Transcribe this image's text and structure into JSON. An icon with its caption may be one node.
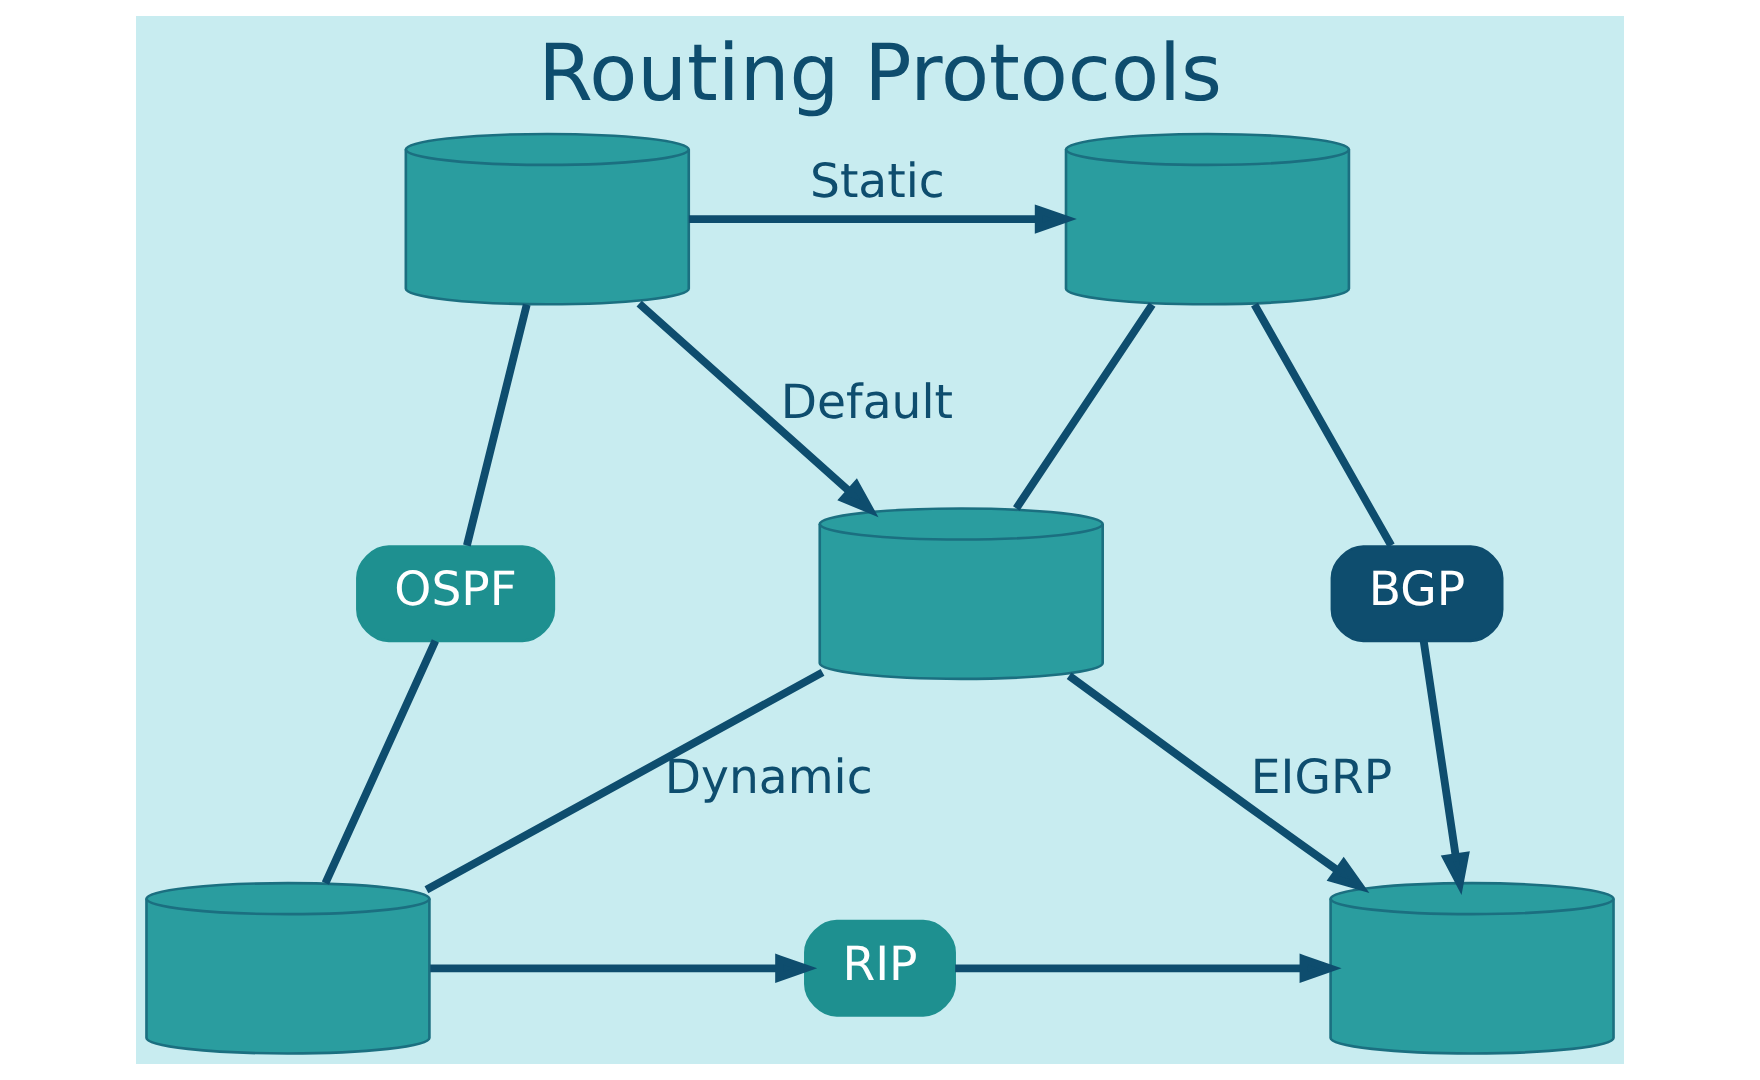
{
  "diagram": {
    "title": "Routing Protocols",
    "nodes": [
      {
        "text": [],
        "shape": "cylinder"
      },
      {
        "text": [],
        "shape": "cylinder"
      },
      {
        "text": [],
        "shape": "cylinder"
      },
      {
        "text": [],
        "shape": "cylinder"
      },
      {
        "text": [],
        "shape": "cylinder"
      },
      {
        "text": [
          "OSPF"
        ]
      },
      {
        "text": [
          "BGP"
        ]
      },
      {
        "text": [
          "RIP"
        ]
      }
    ],
    "edges": [
      {
        "from": 0,
        "to": 1,
        "arrow": "to",
        "label": "Static"
      },
      {
        "from": 0,
        "to": 2,
        "arrow": "to",
        "label": "Default"
      },
      {
        "from": 0,
        "to": 5,
        "arrow": "none"
      },
      {
        "from": 5,
        "to": 3,
        "arrow": "none"
      },
      {
        "from": 1,
        "to": 6,
        "arrow": "none"
      },
      {
        "from": 6,
        "to": 4,
        "arrow": "to"
      },
      {
        "from": 2,
        "to": 1,
        "arrow": "none"
      },
      {
        "from": 2,
        "to": 3,
        "arrow": "none",
        "label": "Dynamic"
      },
      {
        "from": 3,
        "to": 7,
        "arrow": "to"
      },
      {
        "from": 7,
        "to": 4,
        "arrow": "to"
      },
      {
        "from": 2,
        "to": 4,
        "arrow": "to",
        "label": "EIGRP"
      }
    ]
  }
}
